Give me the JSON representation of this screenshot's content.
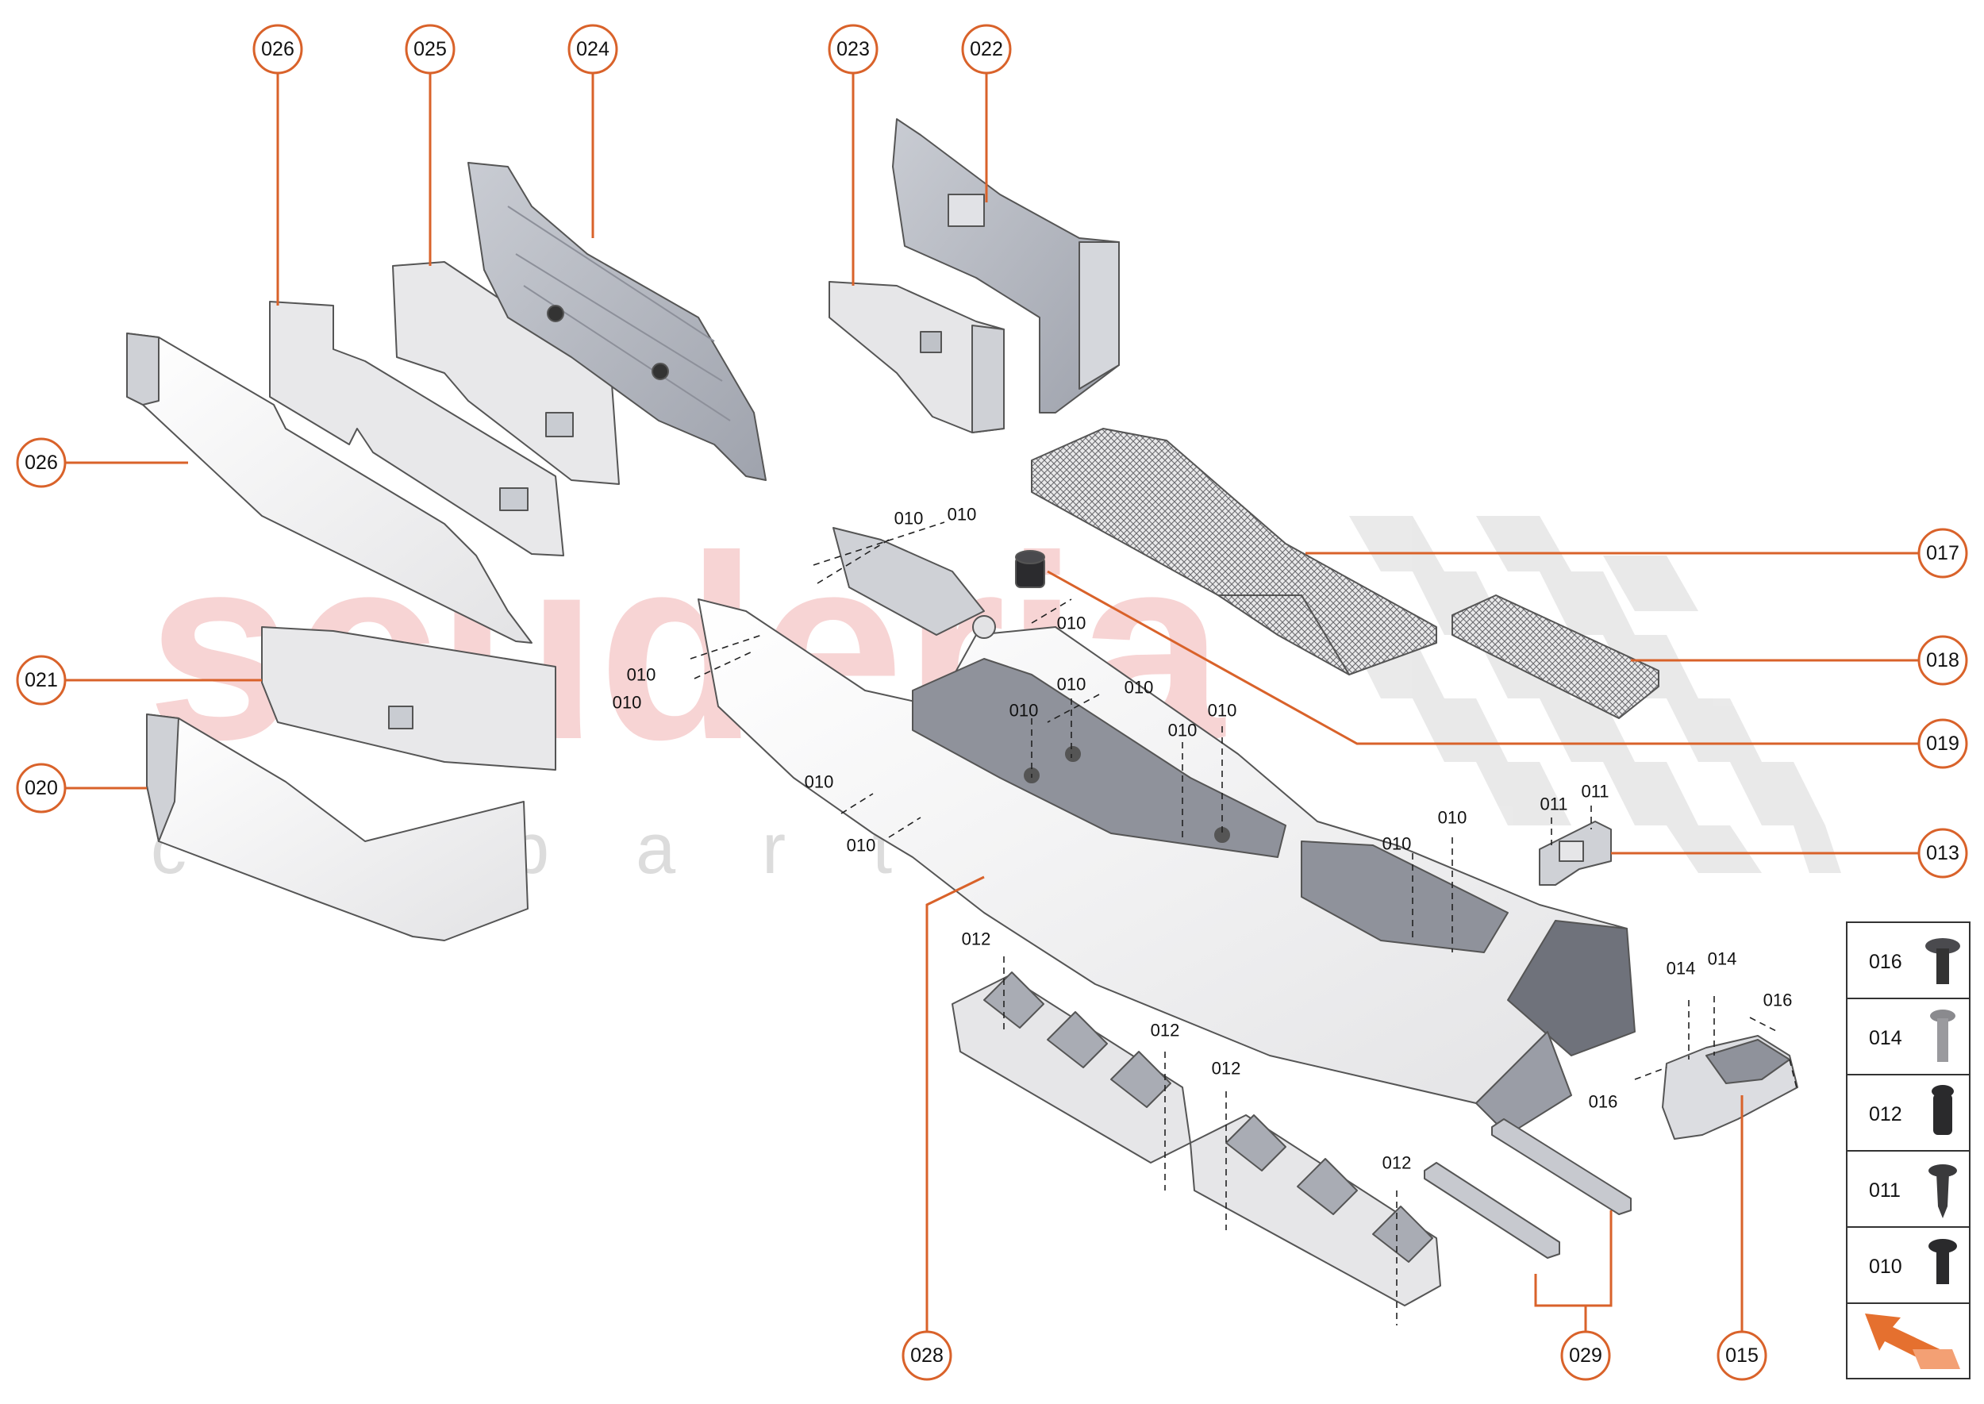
{
  "watermark": {
    "brand": "scuderia",
    "sub": "c a r p a r t s"
  },
  "colors": {
    "accent": "#d9622a",
    "part_fill": "#f2f2f2",
    "part_dark": "#b9bcc4",
    "part_stroke": "#555555",
    "watermark": "#f4c6c6",
    "checker": "#e2e2e2"
  },
  "callouts": [
    {
      "id": "c026a",
      "label": "026"
    },
    {
      "id": "c025",
      "label": "025"
    },
    {
      "id": "c024",
      "label": "024"
    },
    {
      "id": "c023",
      "label": "023"
    },
    {
      "id": "c022",
      "label": "022"
    },
    {
      "id": "c026b",
      "label": "026"
    },
    {
      "id": "c021",
      "label": "021"
    },
    {
      "id": "c020",
      "label": "020"
    },
    {
      "id": "c017",
      "label": "017"
    },
    {
      "id": "c018",
      "label": "018"
    },
    {
      "id": "c019",
      "label": "019"
    },
    {
      "id": "c013",
      "label": "013"
    },
    {
      "id": "c028",
      "label": "028"
    },
    {
      "id": "c029",
      "label": "029"
    },
    {
      "id": "c015",
      "label": "015"
    }
  ],
  "fastener_labels": [
    "010",
    "010",
    "010",
    "010",
    "010",
    "010",
    "010",
    "010",
    "010",
    "010",
    "010",
    "010",
    "010",
    "010",
    "011",
    "011",
    "012",
    "012",
    "012",
    "012",
    "014",
    "014",
    "016",
    "016"
  ],
  "legend": [
    {
      "code": "016",
      "icon": "round-head-screw-icon"
    },
    {
      "code": "014",
      "icon": "machine-bolt-icon"
    },
    {
      "code": "012",
      "icon": "plastic-rivet-icon"
    },
    {
      "code": "011",
      "icon": "self-tapping-screw-icon"
    },
    {
      "code": "010",
      "icon": "pan-head-screw-icon"
    }
  ],
  "legend_direction_icon": "front-direction-arrow-icon"
}
